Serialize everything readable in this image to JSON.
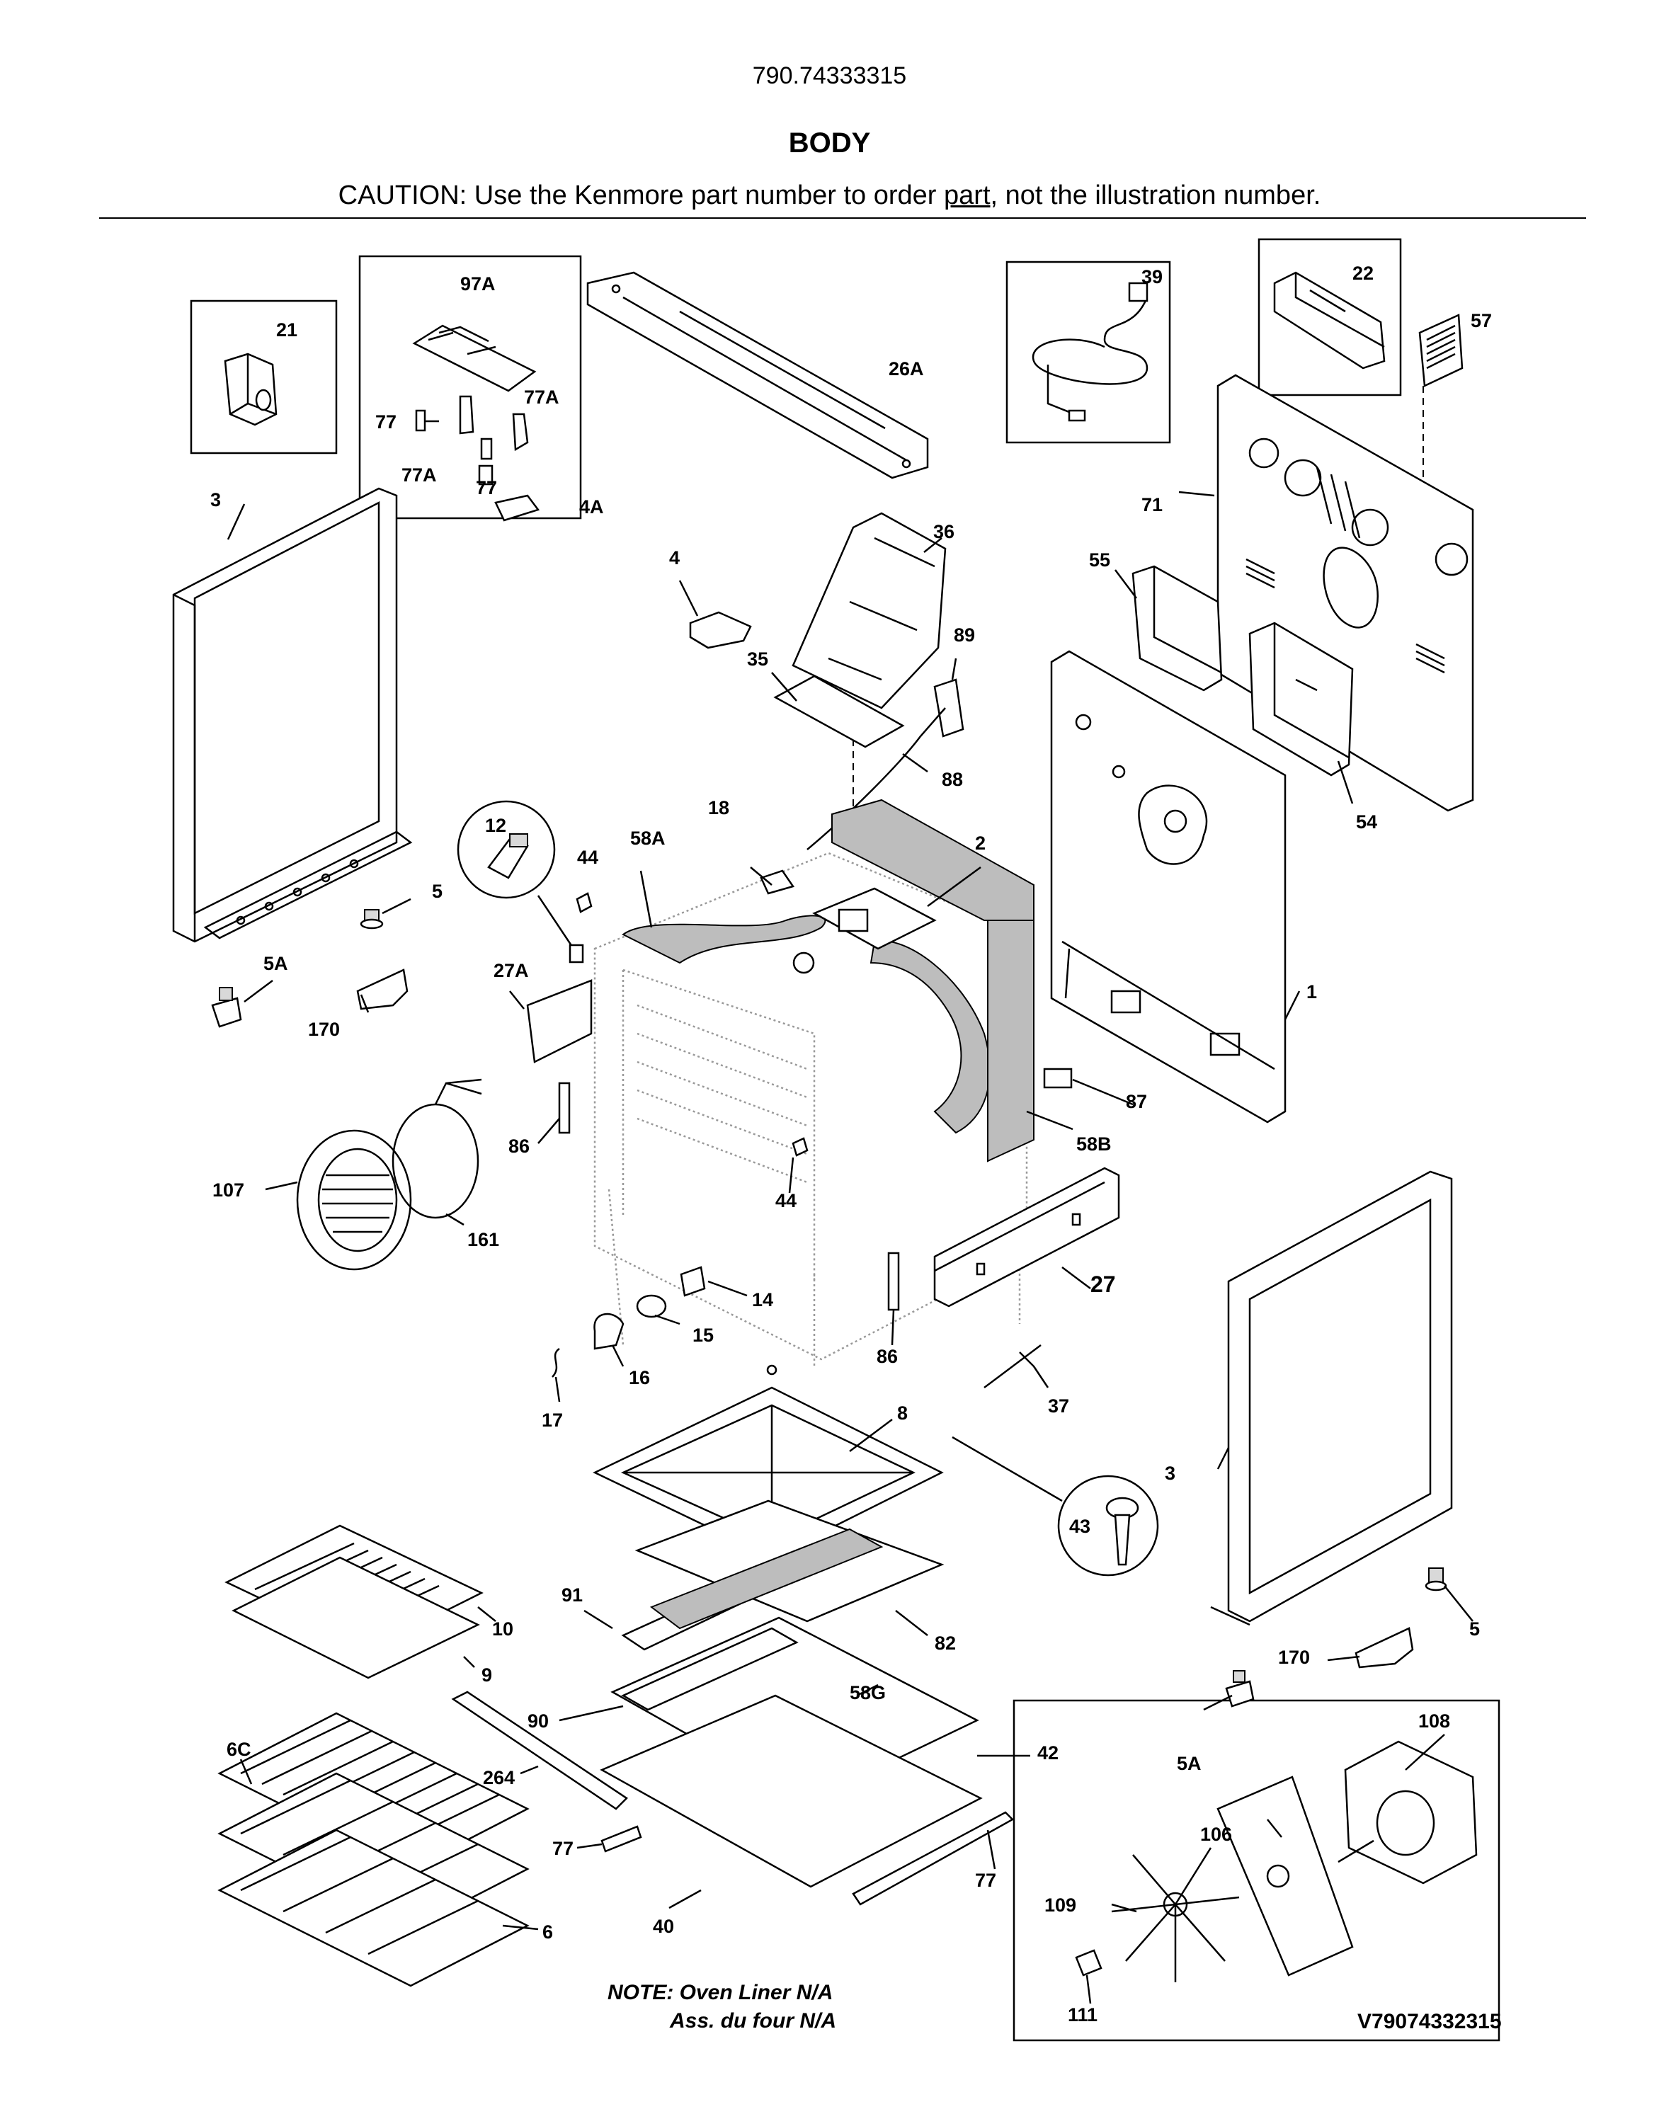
{
  "header": {
    "model_number": "790.74333315",
    "section_title": "BODY",
    "caution_prefix": "CAUTION: Use the Kenmore part number to order ",
    "caution_underlined": "part",
    "caution_suffix": ", not the illustration number."
  },
  "notes": {
    "line1": "NOTE: Oven Liner N/A",
    "line2": "Ass. du four N/A"
  },
  "diagram_id": "V79074332315",
  "callouts": {
    "c21": "21",
    "c97A": "97A",
    "c77a": "77",
    "c77Aa": "77A",
    "c77Ab": "77A",
    "c77b": "77",
    "c4A": "4A",
    "c26A": "26A",
    "c39": "39",
    "c22": "22",
    "c57": "57",
    "c3a": "3",
    "c71": "71",
    "c36": "36",
    "c4": "4",
    "c55": "55",
    "c35": "35",
    "c89": "89",
    "c88": "88",
    "c54": "54",
    "c12": "12",
    "c44a": "44",
    "c58A": "58A",
    "c18": "18",
    "c2": "2",
    "c5a": "5",
    "c5Aa": "5A",
    "c27A": "27A",
    "c170a": "170",
    "c1": "1",
    "c87": "87",
    "c86a": "86",
    "c58B": "58B",
    "c107": "107",
    "c161": "161",
    "c44b": "44",
    "c27": "27",
    "c14": "14",
    "c15": "15",
    "c86b": "86",
    "c16": "16",
    "c17": "17",
    "c37": "37",
    "c8": "8",
    "c3b": "3",
    "c43": "43",
    "c10": "10",
    "c91": "91",
    "c82": "82",
    "c9": "9",
    "c5b": "5",
    "c170b": "170",
    "c58G": "58G",
    "c108": "108",
    "c90": "90",
    "c42": "42",
    "c6C": "6C",
    "c5Ab": "5A",
    "c264": "264",
    "c106": "106",
    "c77c": "77",
    "c77d": "77",
    "c109": "109",
    "c40": "40",
    "c6": "6",
    "c111": "111"
  }
}
